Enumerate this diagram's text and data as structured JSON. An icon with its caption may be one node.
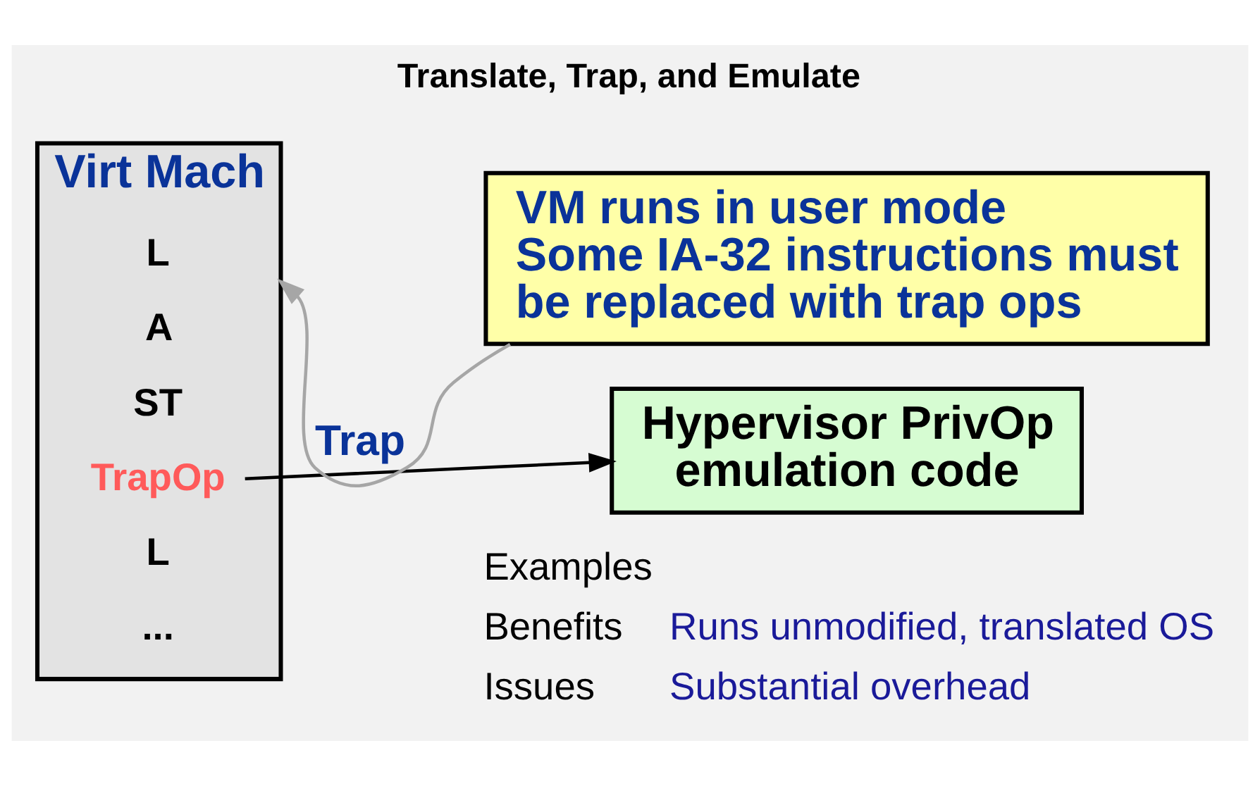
{
  "diagram": {
    "title": "Translate, Trap, and Emulate",
    "nodes": [
      {
        "text": [
          "Virt Mach"
        ]
      },
      {
        "text": [
          "L"
        ],
        "in": 0
      },
      {
        "text": [
          "A"
        ],
        "in": 0
      },
      {
        "text": [
          "ST"
        ],
        "in": 0
      },
      {
        "text": [
          "TrapOp"
        ],
        "in": 0
      },
      {
        "text": [
          "L"
        ],
        "in": 0
      },
      {
        "text": [
          "..."
        ],
        "in": 0
      },
      {
        "text": [
          "VM runs in user mode",
          "Some IA-32 instructions must be replaced with trap ops"
        ]
      },
      {
        "text": [
          "Hypervisor PrivOp emulation code"
        ]
      }
    ],
    "edges": [
      {
        "from": 7,
        "to": 0,
        "arrow": "to",
        "color": "#a6a6a6"
      },
      {
        "from": 4,
        "to": 8,
        "arrow": "to",
        "label": "Trap",
        "color": "#000000"
      }
    ],
    "labels": [
      "Examples",
      "Benefits",
      "Runs unmodified, translated OS",
      "Issues",
      "Substantial overhead"
    ]
  }
}
